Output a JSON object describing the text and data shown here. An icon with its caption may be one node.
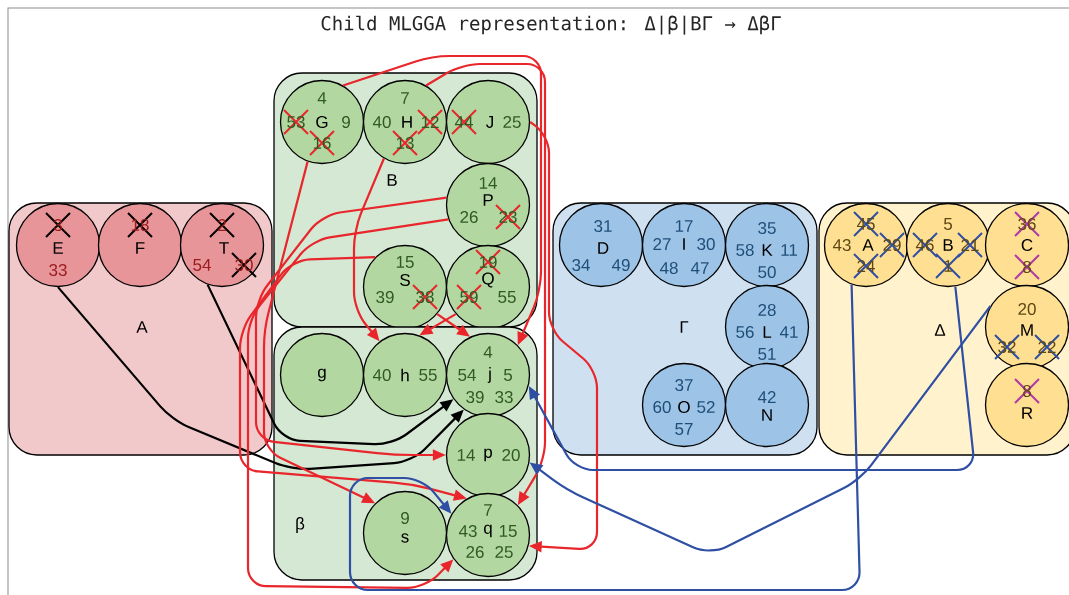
{
  "diagram": {
    "title": "Child MLGGA representation: Δ|β|BΓ → ΔβΓ",
    "nodes": [
      {
        "text": [
          "A"
        ]
      },
      {
        "text": [
          "3",
          "E",
          "33"
        ],
        "in": 0
      },
      {
        "text": [
          "18",
          "F"
        ],
        "in": 0
      },
      {
        "text": [
          "2",
          "T",
          "54",
          "30"
        ],
        "in": 0
      },
      {
        "text": [
          "B"
        ]
      },
      {
        "text": [
          "4",
          "53",
          "G",
          "9",
          "16"
        ],
        "in": 4
      },
      {
        "text": [
          "7",
          "40",
          "H",
          "12",
          "13"
        ],
        "in": 4
      },
      {
        "text": [
          "44",
          "J",
          "25"
        ],
        "in": 4
      },
      {
        "text": [
          "14",
          "P",
          "26",
          "23"
        ],
        "in": 4
      },
      {
        "text": [
          "15",
          "S",
          "39",
          "38"
        ],
        "in": 4
      },
      {
        "text": [
          "19",
          "Q",
          "59",
          "55"
        ],
        "in": 4
      },
      {
        "text": [
          "β"
        ]
      },
      {
        "text": [
          "g"
        ],
        "in": 11
      },
      {
        "text": [
          "40",
          "h",
          "55"
        ],
        "in": 11
      },
      {
        "text": [
          "4",
          "54",
          "j",
          "5",
          "39",
          "33"
        ],
        "in": 11
      },
      {
        "text": [
          "14",
          "p",
          "20"
        ],
        "in": 11
      },
      {
        "text": [
          "9",
          "s"
        ],
        "in": 11
      },
      {
        "text": [
          "7",
          "43",
          "q",
          "15",
          "26",
          "25"
        ],
        "in": 11
      },
      {
        "text": [
          "Γ"
        ]
      },
      {
        "text": [
          "31",
          "D",
          "34",
          "49"
        ],
        "in": 18
      },
      {
        "text": [
          "17",
          "27",
          "I",
          "30",
          "48",
          "47"
        ],
        "in": 18
      },
      {
        "text": [
          "35",
          "58",
          "K",
          "11",
          "50"
        ],
        "in": 18
      },
      {
        "text": [
          "28",
          "56",
          "L",
          "41",
          "51"
        ],
        "in": 18
      },
      {
        "text": [
          "37",
          "60",
          "O",
          "52",
          "57"
        ],
        "in": 18
      },
      {
        "text": [
          "42",
          "N"
        ],
        "in": 18
      },
      {
        "text": [
          "Δ"
        ]
      },
      {
        "text": [
          "45",
          "43",
          "A",
          "29",
          "24"
        ],
        "in": 25
      },
      {
        "text": [
          "5",
          "46",
          "B",
          "21",
          "1"
        ],
        "in": 25
      },
      {
        "text": [
          "36",
          "C",
          "8"
        ],
        "in": 25
      },
      {
        "text": [
          "20",
          "M",
          "32",
          "22"
        ],
        "in": 25
      },
      {
        "text": [
          "8",
          "R"
        ],
        "in": 25
      }
    ],
    "edges": [
      {
        "from": 1,
        "to": 14,
        "arrow": "to",
        "color": "#000000"
      },
      {
        "from": 3,
        "to": 14,
        "arrow": "to",
        "color": "#000000"
      },
      {
        "from": 5,
        "to": 14,
        "arrow": "to"
      },
      {
        "from": 6,
        "to": 17,
        "arrow": "to"
      },
      {
        "from": 7,
        "to": 17,
        "arrow": "to"
      },
      {
        "from": 5,
        "to": 16,
        "arrow": "to"
      },
      {
        "from": 6,
        "to": 13,
        "arrow": "to"
      },
      {
        "from": 8,
        "to": 15,
        "arrow": "to"
      },
      {
        "from": 8,
        "to": 17,
        "arrow": "to"
      },
      {
        "from": 9,
        "to": 17,
        "arrow": "to"
      },
      {
        "from": 9,
        "to": 14,
        "arrow": "to"
      },
      {
        "from": 10,
        "to": 13,
        "arrow": "to"
      },
      {
        "from": 26,
        "to": 17,
        "arrow": "to",
        "color": "#2e4fa3"
      },
      {
        "from": 27,
        "to": 14,
        "arrow": "to",
        "color": "#2e4fa3"
      },
      {
        "from": 29,
        "to": 15,
        "arrow": "to",
        "color": "#2e4fa3"
      }
    ]
  }
}
